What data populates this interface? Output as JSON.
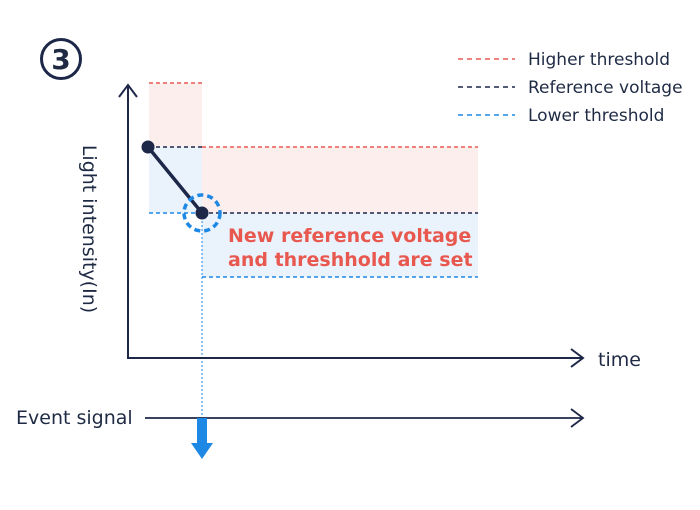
{
  "step": {
    "number": "3"
  },
  "legend": [
    {
      "label": "Higher threshold",
      "color": "#ea5a55"
    },
    {
      "label": "Reference voltage",
      "color": "#1d2748"
    },
    {
      "label": "Lower threshold",
      "color": "#1e88e5"
    }
  ],
  "axes": {
    "y_label": "Light intensity(In)",
    "x_label": "time"
  },
  "annotation": {
    "line1": "New reference voltage",
    "line2": "and threshhold are set",
    "color": "#e8584f"
  },
  "event": {
    "label": "Event signal",
    "arrow_color": "#1e88e5"
  },
  "colors": {
    "axis": "#1d2748",
    "pink_band": "#fdeeee",
    "blue_band": "#eaf3fc",
    "signal_line": "#1d2748"
  }
}
